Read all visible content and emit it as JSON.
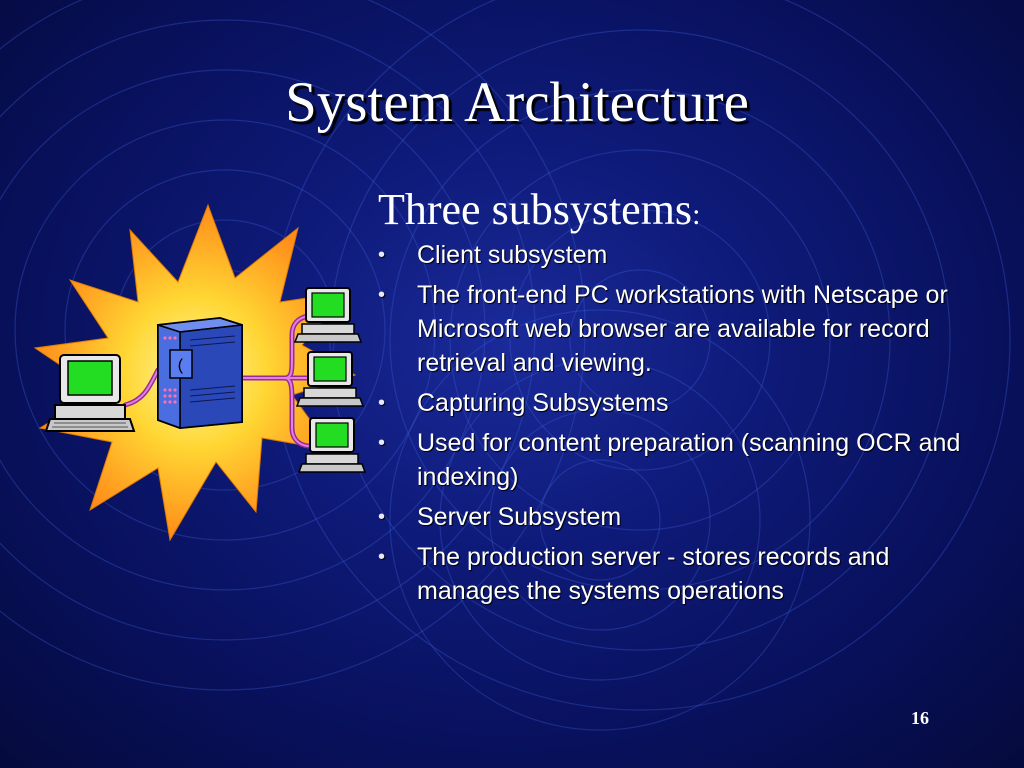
{
  "slide": {
    "title": "System Architecture",
    "subtitle": "Three subsystems",
    "subtitle_colon": ":",
    "bullets": [
      "Client subsystem",
      "The front-end PC workstations with Netscape or Microsoft web browser are available for record retrieval and viewing.",
      "Capturing Subsystems",
      "Used for content preparation (scanning OCR and indexing)",
      "Server Subsystem",
      "The production server - stores records and manages the systems operations"
    ],
    "bullet_glyph": "•",
    "page_number": "16"
  },
  "colors": {
    "background": "#0e1a78",
    "starburst_outer": "#ff9a1a",
    "starburst_inner": "#ffee55",
    "server_body": "#3a5fd0",
    "monitor_screen": "#22dd22",
    "cable": "#cc55cc"
  },
  "icons": [
    "network-starburst-clipart",
    "server-tower-icon",
    "workstation-icon"
  ]
}
